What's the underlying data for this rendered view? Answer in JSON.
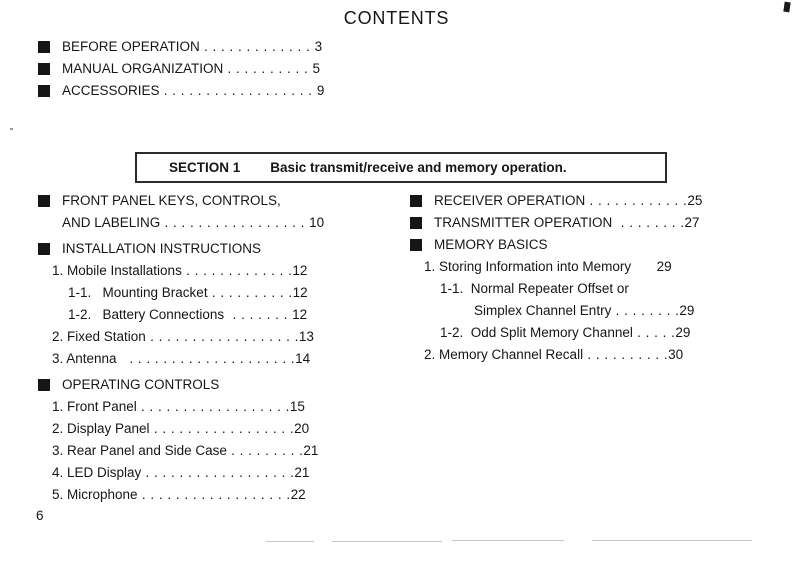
{
  "page": {
    "title": "CONTENTS",
    "number": "6"
  },
  "top_list": [
    {
      "label": "BEFORE OPERATION",
      "leader": " . . . . . . . . . . . . . ",
      "page": "3"
    },
    {
      "label": "MANUAL ORGANIZATION",
      "leader": " . . . . . . . . . . ",
      "page": "5"
    },
    {
      "label": "ACCESSORIES",
      "leader": " . . . . . . . . . . . . . . . . . . ",
      "page": "9"
    }
  ],
  "section1": {
    "label": "SECTION 1",
    "title": "Basic transmit/receive and memory operation."
  },
  "left_column": [
    {
      "label": "FRONT PANEL KEYS, CONTROLS,",
      "leader": "",
      "page": ""
    },
    {
      "label": "AND LABELING",
      "leader": " . . . . . . . . . . . . . . . . . ",
      "page": "10"
    },
    {
      "label": "INSTALLATION INSTRUCTIONS",
      "leader": "",
      "page": ""
    },
    {
      "label": "1. Mobile Installations",
      "leader": " . . . . . . . . . . . . .",
      "page": "12"
    },
    {
      "label": "1-1.   Mounting Bracket",
      "leader": " . . . . . . . . . .",
      "page": "12"
    },
    {
      "label": "1-2.   Battery Connections",
      "leader": "  . . . . . . . ",
      "page": "12"
    },
    {
      "label": "2. Fixed Station",
      "leader": " . . . . . . . . . . . . . . . . . .",
      "page": "13"
    },
    {
      "label": "3. Antenna",
      "leader": "   . . . . . . . . . . . . . . . . . . . .",
      "page": "14"
    },
    {
      "label": "OPERATING CONTROLS",
      "leader": "",
      "page": ""
    },
    {
      "label": "1. Front Panel",
      "leader": " . . . . . . . . . . . . . . . . . .",
      "page": "15"
    },
    {
      "label": "2. Display Panel",
      "leader": " . . . . . . . . . . . . . . . . .",
      "page": "20"
    },
    {
      "label": "3. Rear Panel and Side Case",
      "leader": " . . . . . . . . .",
      "page": "21"
    },
    {
      "label": "4. LED Display",
      "leader": " . . . . . . . . . . . . . . . . . .",
      "page": "21"
    },
    {
      "label": "5. Microphone",
      "leader": " . . . . . . . . . . . . . . . . . .",
      "page": "22"
    }
  ],
  "right_column": [
    {
      "label": "RECEIVER OPERATION",
      "leader": " . . . . . . . . . . . .",
      "page": "25"
    },
    {
      "label": "TRANSMITTER OPERATION",
      "leader": "  . . . . . . . .",
      "page": "27"
    },
    {
      "label": "MEMORY BASICS",
      "leader": "",
      "page": ""
    },
    {
      "label": "1. Storing Information into Memory",
      "leader": "      ",
      "page": "29"
    },
    {
      "label": "1-1.  Normal Repeater Offset or",
      "leader": "",
      "page": ""
    },
    {
      "label": "Simplex Channel Entry",
      "leader": " . . . . . . . .",
      "page": "29"
    },
    {
      "label": "1-2.  Odd Split Memory Channel",
      "leader": " . . . . .",
      "page": "29"
    },
    {
      "label": "2. Memory Channel Recall",
      "leader": " . . . . . . . . . .",
      "page": "30"
    }
  ]
}
